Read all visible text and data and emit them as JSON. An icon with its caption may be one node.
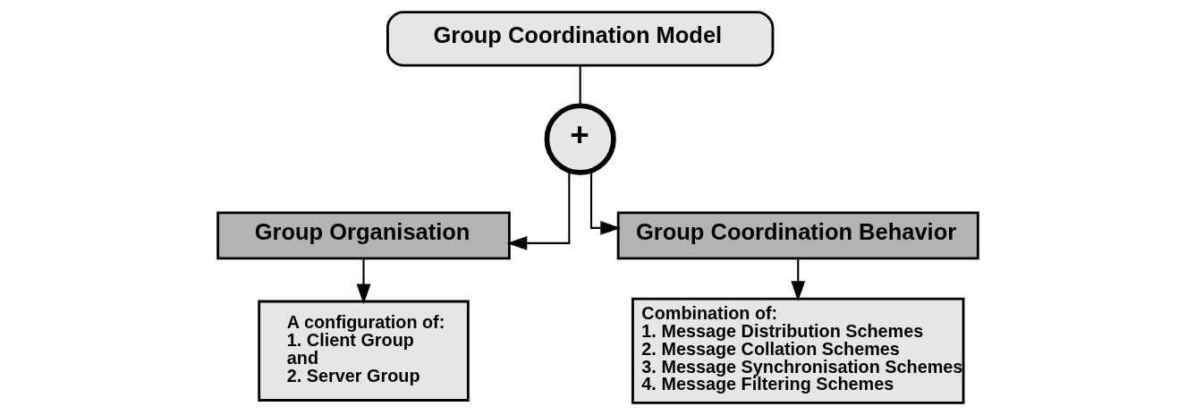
{
  "diagram": {
    "nodes": [
      {
        "text": [
          "Group Coordination Model"
        ]
      },
      {
        "text": [
          "+"
        ]
      },
      {
        "text": [
          "Group Organisation"
        ]
      },
      {
        "text": [
          "Group Coordination Behavior"
        ]
      },
      {
        "text": [
          "A configuration of:",
          "1. Client Group",
          "and",
          "2. Server Group"
        ]
      },
      {
        "text": [
          "Combination of:",
          "1. Message Distribution Schemes",
          "2. Message Collation Schemes",
          "3. Message Synchronisation Schemes",
          "4. Message Filtering Schemes"
        ]
      }
    ],
    "edges": [
      {
        "from": 0,
        "to": 1,
        "arrow": "none"
      },
      {
        "from": 1,
        "to": 2,
        "arrow": "to"
      },
      {
        "from": 1,
        "to": 3,
        "arrow": "to"
      },
      {
        "from": 2,
        "to": 4,
        "arrow": "to"
      },
      {
        "from": 3,
        "to": 5,
        "arrow": "to"
      }
    ]
  }
}
